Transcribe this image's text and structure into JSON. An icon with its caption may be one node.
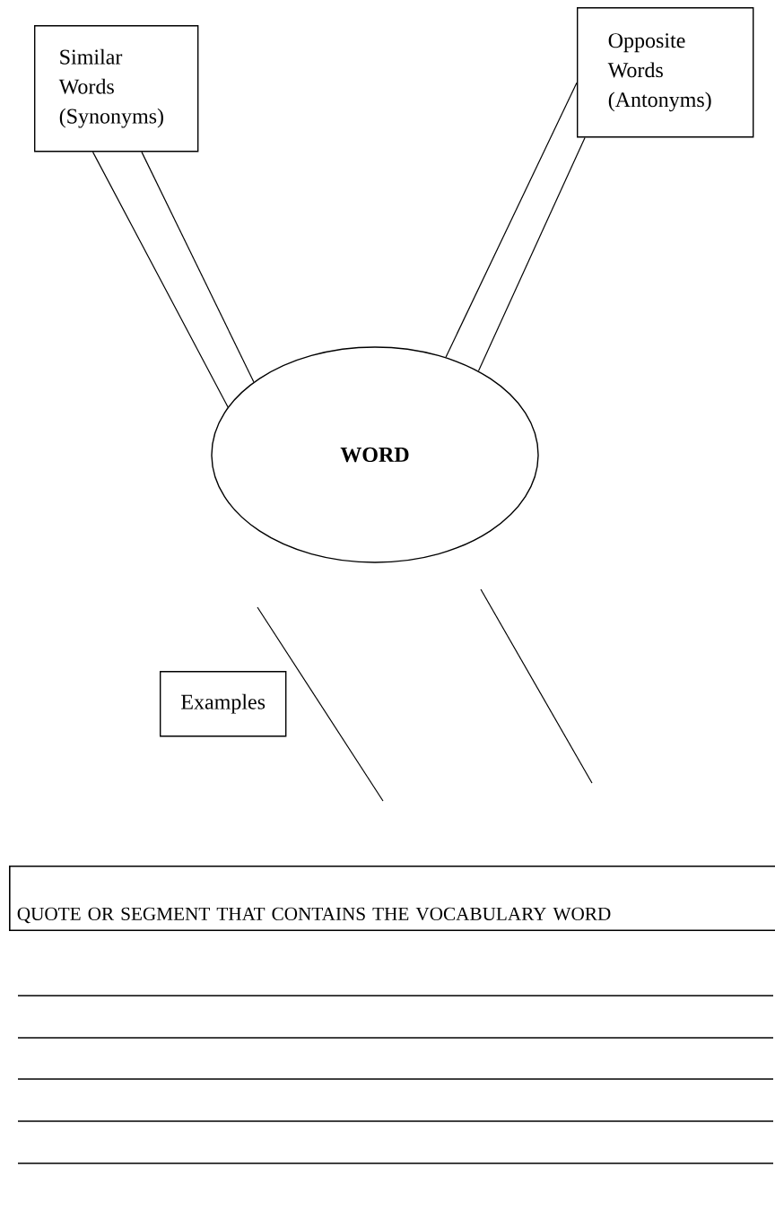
{
  "diagram": {
    "nodes": [
      {
        "text": [
          "Similar Words (Synonyms)"
        ]
      },
      {
        "text": [
          "Opposite Words (Antonyms)"
        ]
      },
      {
        "text": [
          "WORD"
        ]
      },
      {
        "text": [
          "Examples"
        ]
      },
      {
        "text": [
          "QUOTE OR SEGMENT THAT CONTAINS THE VOCABULARY WORD"
        ]
      }
    ],
    "edges": [
      {
        "from": 0,
        "to": 2,
        "arrow": "none"
      },
      {
        "from": 0,
        "to": 2,
        "arrow": "none"
      },
      {
        "from": 1,
        "to": 2,
        "arrow": "none"
      },
      {
        "from": 1,
        "to": 2,
        "arrow": "none"
      }
    ]
  }
}
